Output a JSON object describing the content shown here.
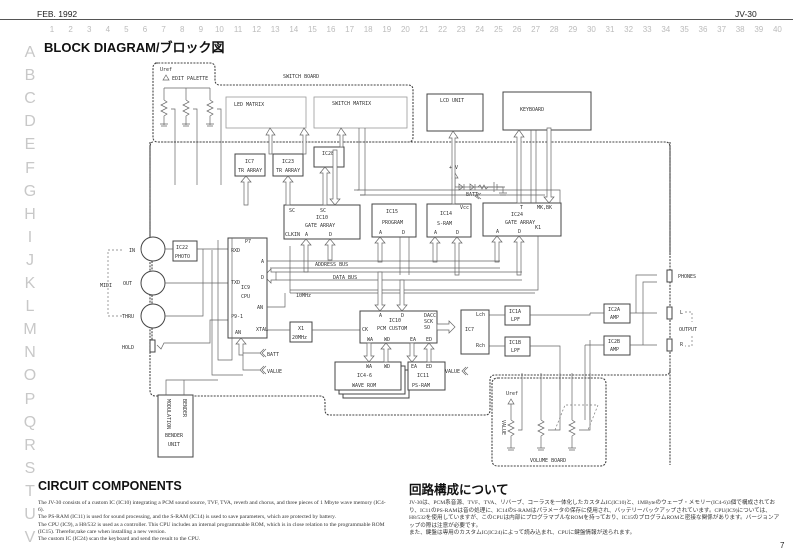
{
  "header": {
    "date": "FEB. 1992",
    "model": "JV-30",
    "column_numbers": [
      "1",
      "2",
      "3",
      "4",
      "5",
      "6",
      "7",
      "8",
      "9",
      "10",
      "11",
      "12",
      "13",
      "14",
      "15",
      "16",
      "17",
      "18",
      "19",
      "20",
      "21",
      "22",
      "23",
      "24",
      "25",
      "26",
      "27",
      "28",
      "29",
      "30",
      "31",
      "32",
      "33",
      "34",
      "35",
      "36",
      "37",
      "38",
      "39",
      "40"
    ],
    "row_letters": [
      "A",
      "B",
      "C",
      "D",
      "E",
      "F",
      "G",
      "H",
      "I",
      "J",
      "K",
      "L",
      "M",
      "N",
      "O",
      "P",
      "Q",
      "R",
      "S",
      "T",
      "U",
      "V"
    ]
  },
  "block_diagram": {
    "title": "BLOCK DIAGRAM/ブロック図",
    "labels": {
      "switch_board": "SWITCH BOARD",
      "vref": "Uref",
      "edit_palette": "EDIT PALETTE",
      "led_matrix": "LED MATRIX",
      "switch_matrix": "SWITCH MATRIX",
      "lcd_unit": "LCD UNIT",
      "keyboard": "KEYBOARD",
      "ic7": "IC7",
      "ic7_sub": "TR ARRAY",
      "ic23": "IC23",
      "ic23_sub": "TR ARRAY",
      "ic28": "IC28",
      "ic10": "IC10",
      "ic10_sub": "GATE ARRAY",
      "ic10_sc1": "SC",
      "ic10_sc2": "SC",
      "ic10_clkin": "CLKIN",
      "ic10_a": "A",
      "ic10_d": "D",
      "ic15": "IC15",
      "ic15_sub": "PROGRAM",
      "ic15_a": "A",
      "ic15_d": "D",
      "ic14": "IC14",
      "ic14_sub": "S-RAM",
      "ic14_vcc": "Vcc",
      "ic14_a": "A",
      "ic14_d": "D",
      "plus5v": "+5V",
      "batt_label": "BATT",
      "ic24": "IC24",
      "ic24_sub": "GATE ARRAY",
      "ic24_t": "T",
      "ic24_mkbk": "MK,BK",
      "ic24_a": "A",
      "ic24_d": "D",
      "ic24_k1": "K1",
      "ic22": "IC22",
      "ic22_sub": "PHOTO",
      "midi": "MIDI",
      "midi_in": "IN",
      "midi_out": "OUT",
      "midi_thru": "THRU",
      "hold": "HOLD",
      "ic9": "IC9",
      "ic9_sub": "CPU",
      "ic9_rxd": "RXD",
      "ic9_txd": "TXD",
      "ic9_p9": "P9-1",
      "ic9_a": "A",
      "ic9_d": "D",
      "ic9_an": "AN",
      "ic9_an2": "AN",
      "ic9_xtal": "XTAL",
      "ic9_p7": "P7",
      "address_bus": "ADDRESS BUS",
      "data_bus": "DATA BUS",
      "clock": "10MHz",
      "x1": "X1",
      "x1_freq": "20MHz",
      "batt_in": "BATT",
      "value_in": "VALUE",
      "ic10b": "IC10",
      "ic10b_sub": "PCM CUSTOM",
      "ic10b_a": "A",
      "ic10b_d": "D",
      "ic10b_ck": "CK",
      "ic10b_dacc": "DACC",
      "ic10b_sck": "SCK",
      "ic10b_so": "SO",
      "ic10b_wa": "WA",
      "ic10b_wd": "WD",
      "ic10b_ea": "EA",
      "ic10b_ed": "ED",
      "ic46": "IC4-6",
      "ic46_sub": "WAVE ROM",
      "ic46_wa": "WA",
      "ic46_wd": "WD",
      "ic11": "IC11",
      "ic11_sub": "PS-RAM",
      "ic11_ea": "EA",
      "ic11_ed": "ED",
      "ic7b": "IC7",
      "ic7b_lch": "Lch",
      "ic7b_rch": "Rch",
      "ic1a": "IC1A",
      "ic1a_sub": "LPF",
      "ic1b": "IC1B",
      "ic1b_sub": "LPF",
      "ic2a": "IC2A",
      "ic2a_sub": "AMP",
      "ic2b": "IC2B",
      "ic2b_sub": "AMP",
      "phones": "PHONES",
      "output": "OUTPUT",
      "out_l": "L",
      "out_r": "R",
      "value_out": "VALUE",
      "bender_unit": "BENDER UNIT",
      "bender_line1": "BENDER",
      "bender_line2": "UNIT",
      "modulation": "MODULATION",
      "bender": "BENDER",
      "volume_board": "VOLUME BOARD",
      "volume_vref": "Uref",
      "volume_value": "VALUE"
    }
  },
  "circuit_components": {
    "title": "CIRCUIT COMPONENTS",
    "paragraphs": [
      "The JV-30 consists of a custom IC (IC10) integrating a PCM sound source, TVF, TVA, reverb and chorus, and three pieces of 1 Mbyte wave memory (IC4-6).",
      "The PS-RAM (IC11) is used for sound processing, and the S-RAM (IC14) is used to save parameters, which are protected by battery.",
      "The CPU (IC9), a H8/532 is used as a controller. This CPU includes an internal programmable ROM, which is in close relation to the programmable ROM (IC15). Therefor,take care when installing a new version.",
      "The custom IC (IC24) scan the keyboard and send the result to the CPU."
    ]
  },
  "circuit_components_ja": {
    "title": "回路構成について",
    "paragraphs": [
      "JV-30は、PCM系音源、TVF、TVA、リバーブ、コーラスを一体化したカスタムIC(IC10)と、1MByteのウェーブ・メモリー(IC4-6)3個で構成されており、IC11のPS-RAMは音の処理に、IC14のS-RAMはパラメータの保存に使用され、バッテリーバックアップされています。CPU(IC9)については、H8/532を使用していますが、このCPUは内部にプログラマブルなROMを持っており、IC15のプログラムROMと密接な関係があります。バージョンアップの際は注意が必要です。",
      "また、鍵盤は専用のカスタムIC(IC24)によって読み込まれ、CPUに鍵盤情報が送られます。"
    ]
  },
  "footer": {
    "page_number": "7"
  }
}
